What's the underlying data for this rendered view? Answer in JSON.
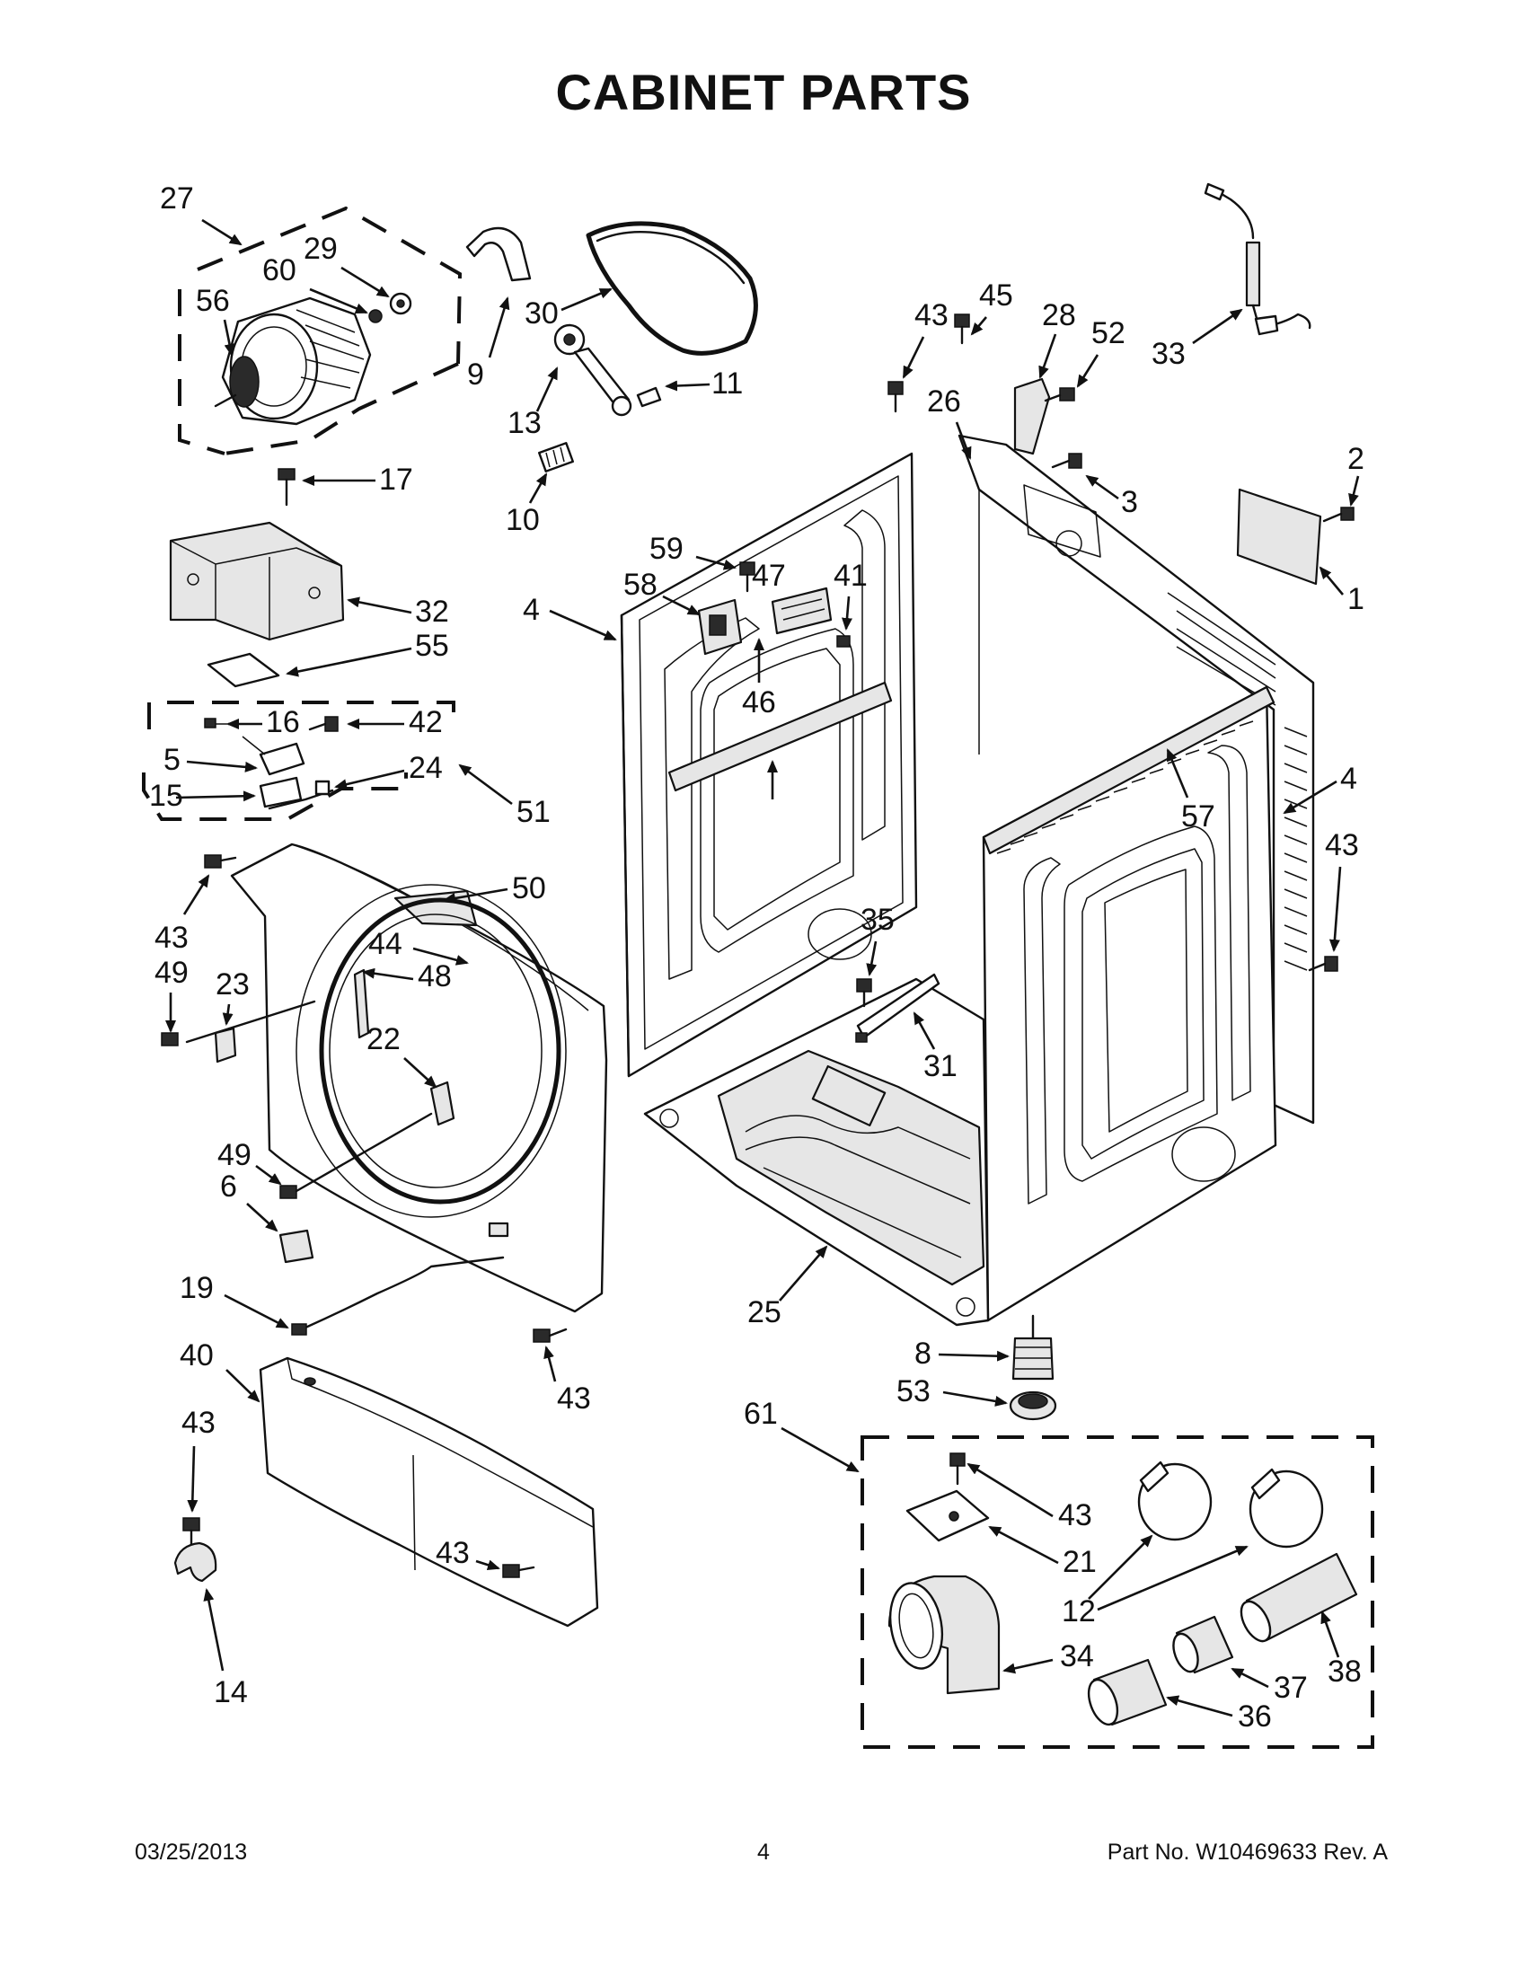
{
  "title": "CABINET PARTS",
  "footer": {
    "date": "03/25/2013",
    "page": "4",
    "part_no": "Part No.  W10469633  Rev.  A"
  },
  "labels": {
    "l27": "27",
    "l29": "29",
    "l60": "60",
    "l56": "56",
    "l30": "30",
    "l9": "9",
    "l11": "11",
    "l13": "13",
    "l10": "10",
    "l17": "17",
    "l32": "32",
    "l55": "55",
    "l16": "16",
    "l42": "42",
    "l5": "5",
    "l24": "24",
    "l15": "15",
    "l51": "51",
    "l4a": "4",
    "l59": "59",
    "l58": "58",
    "l41": "41",
    "l46": "46",
    "l47": "47",
    "l43a": "43",
    "l45": "45",
    "l28": "28",
    "l52": "52",
    "l26": "26",
    "l3": "3",
    "l33": "33",
    "l2": "2",
    "l1": "1",
    "l4b": "4",
    "l57": "57",
    "l43b": "43",
    "l50": "50",
    "l43c": "43",
    "l49a": "49",
    "l23": "23",
    "l44": "44",
    "l48": "48",
    "l22": "22",
    "l49b": "49",
    "l6": "6",
    "l35": "35",
    "l31": "31",
    "l19": "19",
    "l25": "25",
    "l40": "40",
    "l43d": "43",
    "l8": "8",
    "l53": "53",
    "l61": "61",
    "l43e": "43",
    "l43f": "43",
    "l21": "21",
    "l12": "12",
    "l34": "34",
    "l37": "37",
    "l38": "38",
    "l36": "36",
    "l14": "14",
    "l43g": "43"
  }
}
